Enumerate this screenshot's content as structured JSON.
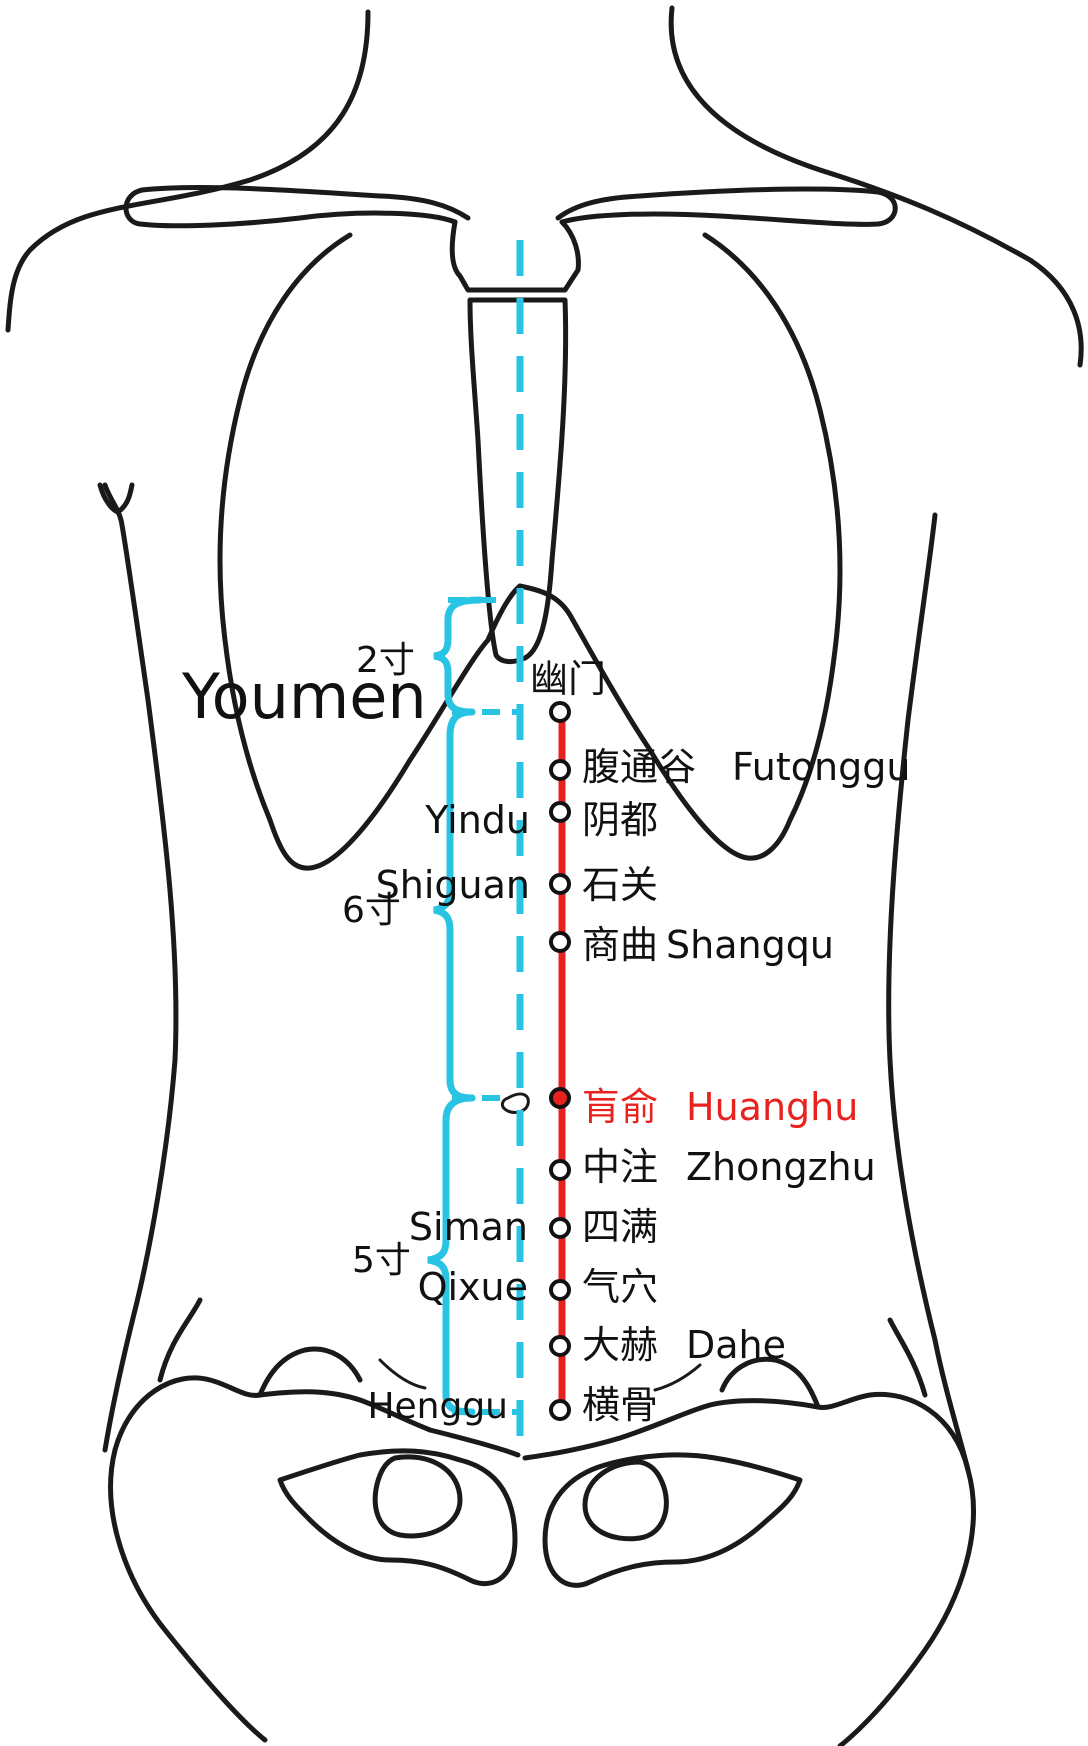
{
  "colors": {
    "outline": "#1a1a1a",
    "meridian_line": "#e8221f",
    "midline_and_brackets": "#29c3e3",
    "highlight_text": "#e8221f",
    "point_fill": "#ffffff",
    "highlight_point_fill": "#e8221f"
  },
  "title_point": "Youmen",
  "measurements": [
    {
      "label": "2寸"
    },
    {
      "label": "6寸"
    },
    {
      "label": "5寸"
    }
  ],
  "points": [
    {
      "cn": "幽门",
      "en": ""
    },
    {
      "cn": "腹通谷",
      "en": "Futonggu"
    },
    {
      "cn": "阴都",
      "en": "Yindu"
    },
    {
      "cn": "石关",
      "en": "Shiguan"
    },
    {
      "cn": "商曲",
      "en": "Shangqu"
    },
    {
      "cn": "肓俞",
      "en": "Huanghu",
      "highlighted": true
    },
    {
      "cn": "中注",
      "en": "Zhongzhu"
    },
    {
      "cn": "四满",
      "en": "Siman"
    },
    {
      "cn": "气穴",
      "en": "Qixue"
    },
    {
      "cn": "大赫",
      "en": "Dahe"
    },
    {
      "cn": "横骨",
      "en": "Henggu"
    }
  ]
}
